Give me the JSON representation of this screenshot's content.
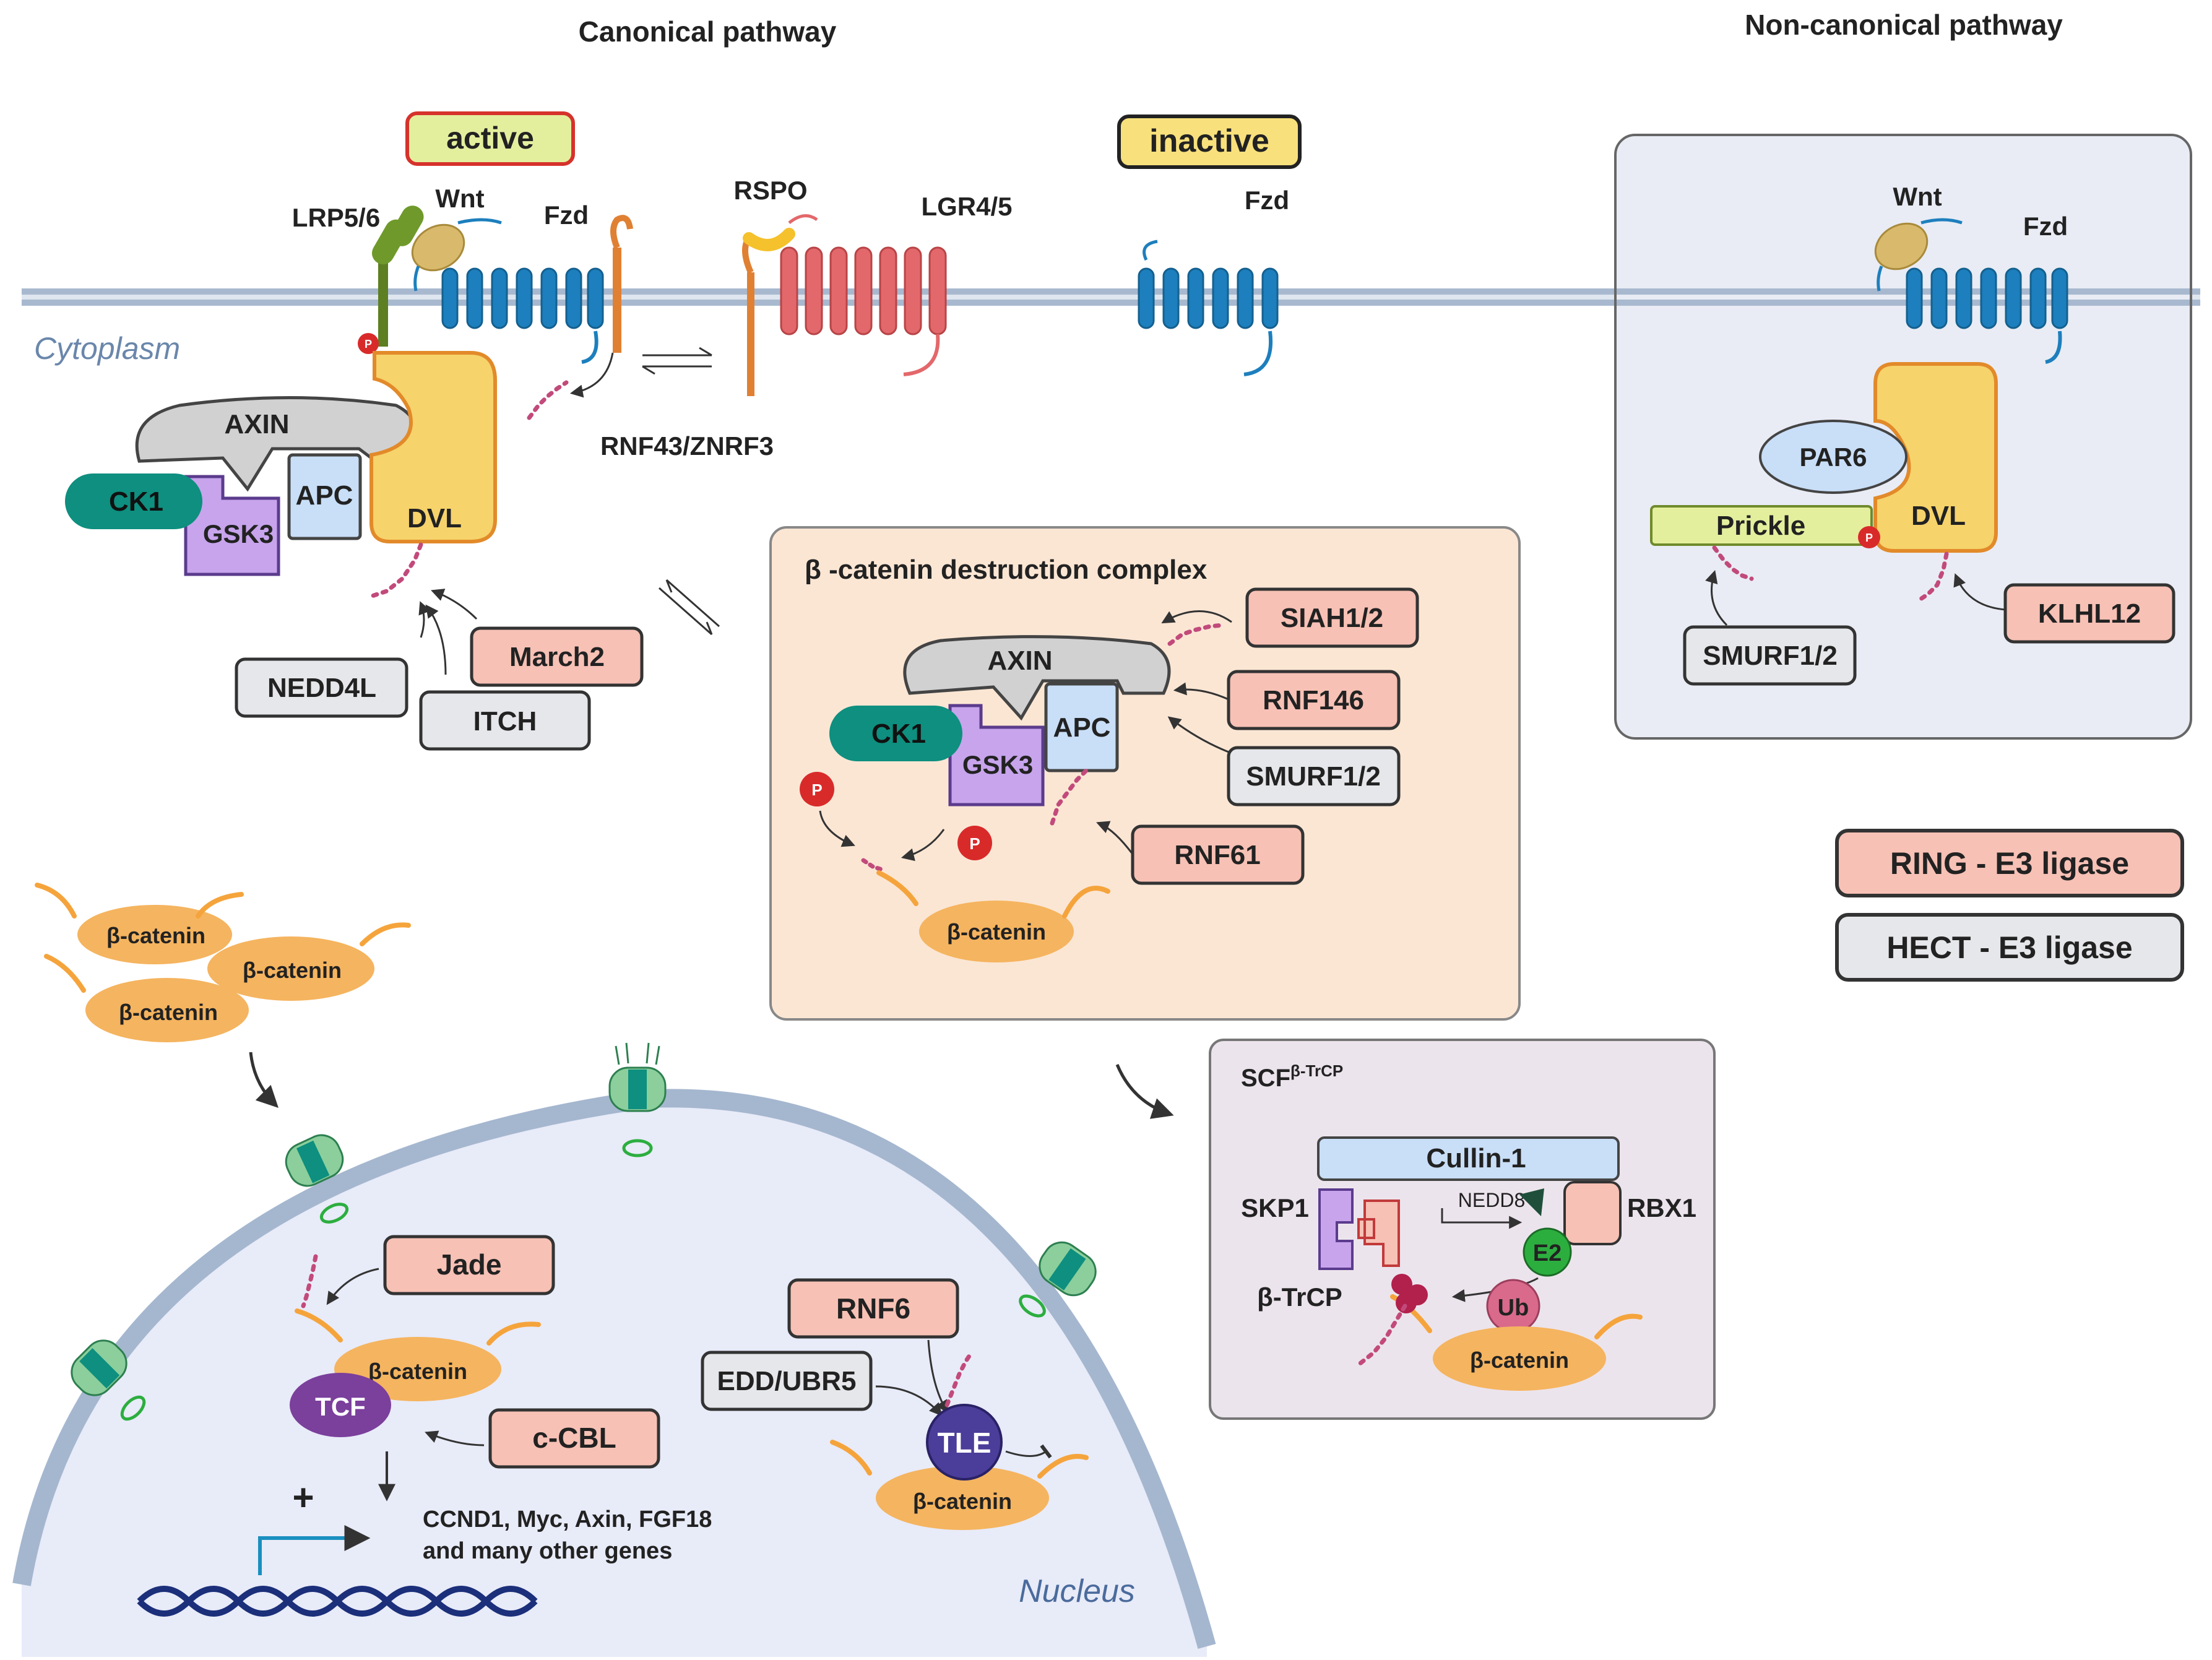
{
  "headings": {
    "canonical": "Canonical pathway",
    "noncanonical": "Non-canonical pathway"
  },
  "states": {
    "active": "active",
    "inactive": "inactive"
  },
  "membrane": {
    "cytoplasm": "Cytoplasm"
  },
  "receptors": {
    "lrp": "LRP5/6",
    "wnt": "Wnt",
    "fzd": "Fzd",
    "rspo": "RSPO",
    "lgr": "LGR4/5",
    "rnf43": "RNF43/ZNRF3",
    "fzd_inactive": "Fzd"
  },
  "phospho": "P",
  "canonical_complex": {
    "axin": "AXIN",
    "apc": "APC",
    "ck1": "CK1",
    "gsk3": "GSK3",
    "dvl": "DVL"
  },
  "canonical_ligases": {
    "march2": "March2",
    "nedd4l": "NEDD4L",
    "itch": "ITCH"
  },
  "destruction": {
    "title": "β -catenin destruction complex",
    "axin": "AXIN",
    "apc": "APC",
    "ck1": "CK1",
    "gsk3": "GSK3",
    "beta_catenin": "β-catenin",
    "siah": "SIAH1/2",
    "rnf146": "RNF146",
    "smurf": "SMURF1/2",
    "rnf61": "RNF61"
  },
  "noncanonical": {
    "wnt": "Wnt",
    "fzd": "Fzd",
    "par6": "PAR6",
    "prickle": "Prickle",
    "dvl": "DVL",
    "smurf": "SMURF1/2",
    "klhl12": "KLHL12"
  },
  "legend": {
    "ring": "RING - E3 ligase",
    "hect": "HECT - E3 ligase"
  },
  "cytoplasm_catenin": [
    "β-catenin",
    "β-catenin",
    "β-catenin"
  ],
  "scf": {
    "title_main": "SCF",
    "title_sup": "β-TrCP",
    "cullin": "Cullin-1",
    "skp1": "SKP1",
    "nedd8": "NEDD8",
    "rbx1": "RBX1",
    "e2": "E2",
    "btrcp": "β-TrCP",
    "ub": "Ub",
    "beta_catenin": "β-catenin"
  },
  "nucleus": {
    "label": "Nucleus",
    "jade": "Jade",
    "beta_catenin_1": "β-catenin",
    "tcf": "TCF",
    "cbl": "c-CBL",
    "plus": "+",
    "genes_line1": "CCND1, Myc, Axin, FGF18",
    "genes_line2": "and many other genes",
    "rnf6": "RNF6",
    "edd": "EDD/UBR5",
    "tle": "TLE",
    "beta_catenin_2": "β-catenin"
  },
  "colors": {
    "ring": "#f7c1b5",
    "hect": "#e6e7ea",
    "dvl": "#f6d36b",
    "axin": "#d1d1d1",
    "apc": "#c9def7",
    "ck1": "#0e8f7f",
    "gsk3": "#c7a4ec",
    "catenin": "#f5b45f",
    "receptor_blue": "#1d7fbd",
    "lgr_red": "#e3686b",
    "membrane": "#9bb0c9"
  }
}
